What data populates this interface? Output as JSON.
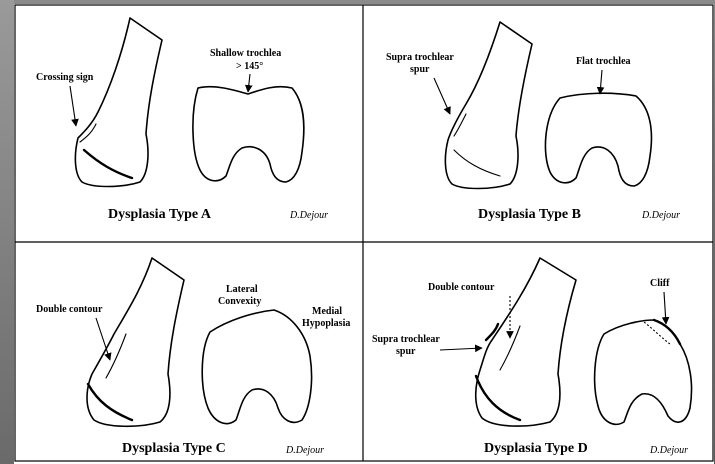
{
  "panels": [
    {
      "title": "Dysplasia Type A",
      "signature": "D.Dejour",
      "labels": [
        "Crossing sign",
        "Shallow trochlea",
        "> 145°"
      ]
    },
    {
      "title": "Dysplasia Type B",
      "signature": "D.Dejour",
      "labels": [
        "Supra trochlear",
        "spur",
        "Flat trochlea"
      ]
    },
    {
      "title": "Dysplasia Type C",
      "signature": "D.Dejour",
      "labels": [
        "Double contour",
        "Lateral",
        "Convexity",
        "Medial",
        "Hypoplasia"
      ]
    },
    {
      "title": "Dysplasia Type D",
      "signature": "D.Dejour",
      "labels": [
        "Double contour",
        "Supra trochlear",
        "spur",
        "Cliff"
      ]
    }
  ],
  "colors": {
    "ink": "#000000",
    "paper": "#ffffff",
    "background": "#6e6e6e"
  }
}
